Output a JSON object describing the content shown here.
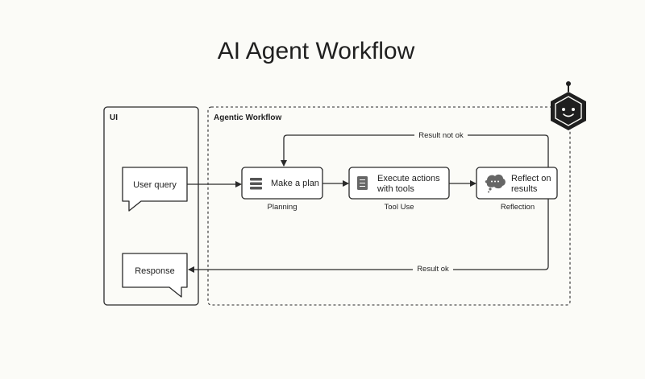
{
  "title": "AI Agent Workflow",
  "ui_panel": {
    "label": "UI"
  },
  "agentic_panel": {
    "label": "Agentic Workflow"
  },
  "nodes": {
    "user_query": {
      "label": "User query"
    },
    "response": {
      "label": "Response"
    },
    "make_plan": {
      "label": "Make a plan",
      "caption": "Planning",
      "icon": "list-icon"
    },
    "execute": {
      "label_line1": "Execute actions",
      "label_line2": "with tools",
      "caption": "Tool Use",
      "icon": "document-icon"
    },
    "reflect": {
      "label_line1": "Reflect on",
      "label_line2": "results",
      "caption": "Reflection",
      "icon": "thought-bubble-icon"
    }
  },
  "edges": {
    "result_not_ok": "Result not ok",
    "result_ok": "Result ok"
  },
  "mascot": {
    "icon": "robot-hexagon-icon"
  },
  "colors": {
    "background": "#fbfbf7",
    "stroke": "#2a2a2a",
    "mascot_fill": "#1f1f1f"
  }
}
